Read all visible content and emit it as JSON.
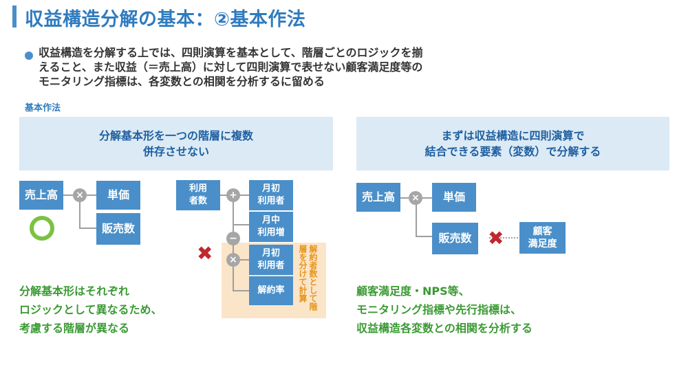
{
  "title": "収益構造分解の基本：②基本作法",
  "lead": [
    "収益構造を分解する上では、四則演算を基本として、階層ごとのロジックを揃",
    "えること、また収益（＝売上高）に対して四則演算で表せない顧客満足度等の",
    "モニタリング指標は、各変数との相関を分析するに留める"
  ],
  "subheading": "基本作法",
  "left": {
    "header": [
      "分解基本形を一つの階層に複数",
      "併存させない"
    ],
    "sales": "売上高",
    "unit_price": "単価",
    "sales_volume": "販売数",
    "users": [
      "利用",
      "者数"
    ],
    "users_start": [
      "月初",
      "利用者"
    ],
    "users_mid_increase": [
      "月中",
      "利用増"
    ],
    "users_start2": [
      "月初",
      "利用者"
    ],
    "churn_rate": "解約率",
    "vertical_note": "解約者数として階層を分けて計算",
    "note": [
      "分解基本形はそれぞれ",
      "ロジックとして異なるため、",
      "考慮する階層が異なる"
    ]
  },
  "right": {
    "header": [
      "まずは収益構造に四則演算で",
      "結合できる要素（変数）で分解する"
    ],
    "sales": "売上高",
    "unit_price": "単価",
    "sales_volume": "販売数",
    "satisfaction": [
      "顧客",
      "満足度"
    ],
    "note": [
      "顧客満足度・NPS等、",
      "モニタリング指標や先行指標は、",
      "収益構造各変数との相関を分析する"
    ]
  },
  "operators": {
    "multiply": "×",
    "plus": "+",
    "minus": "−"
  },
  "colors": {
    "accent": "#4a8fc9",
    "title": "#2f7bbf",
    "header_bg": "#dbeaf5",
    "ok": "#7cc142",
    "ng": "#c0282d",
    "note_green": "#3a9a33",
    "orange_bg": "#fbe5c9",
    "orange_text": "#e6951e"
  },
  "icons": {
    "ok_mark": "circle-ok-icon",
    "ng_mark": "cross-ng-icon",
    "bullet": "bullet-dot-icon"
  }
}
